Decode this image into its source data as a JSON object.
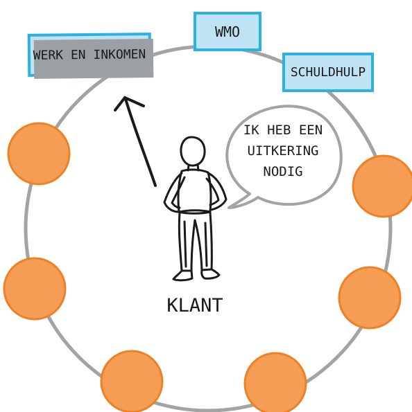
{
  "boxes": {
    "werk_en_inkomen": "WERK EN INKOMEN",
    "wmo": "WMO",
    "schuldhulp": "SCHULDHULP"
  },
  "speech_bubble": {
    "line1": "IK HEB EEN",
    "line2": "UITKERING",
    "line3": "NODIG"
  },
  "klant_label": "KLANT",
  "colors": {
    "ring": "#a3a3a3",
    "node_fill": "#f59d55",
    "node_stroke": "#ee8026",
    "box_fill": "#bfe3f4",
    "box_border": "#2bb2e3",
    "ink": "#1a1a1a"
  }
}
